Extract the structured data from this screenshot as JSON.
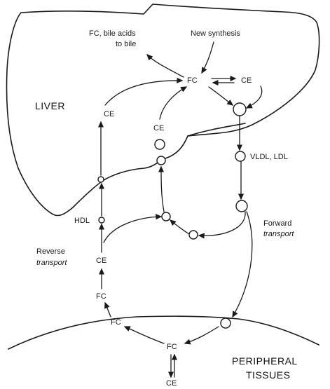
{
  "labels": {
    "fc_bile": "FC, bile acids",
    "to_bile": "to bile",
    "new_synthesis": "New synthesis",
    "fc_liver": "FC",
    "ce_liver": "CE",
    "liver": "LIVER",
    "ce_left": "CE",
    "ce_middle": "CE",
    "vldl_ldl": "VLDL, LDL",
    "hdl": "HDL",
    "forward_1": "Forward",
    "forward_2": "transport",
    "reverse_1": "Reverse",
    "reverse_2": "transport",
    "ce_reverse": "CE",
    "fc_reverse": "FC",
    "fc_membrane": "FC",
    "fc_tissue": "FC",
    "ce_tissue": "CE",
    "peripheral_1": "PERIPHERAL",
    "peripheral_2": "TISSUES"
  },
  "colors": {
    "ink": "#1a1a1a",
    "background": "#ffffff"
  }
}
